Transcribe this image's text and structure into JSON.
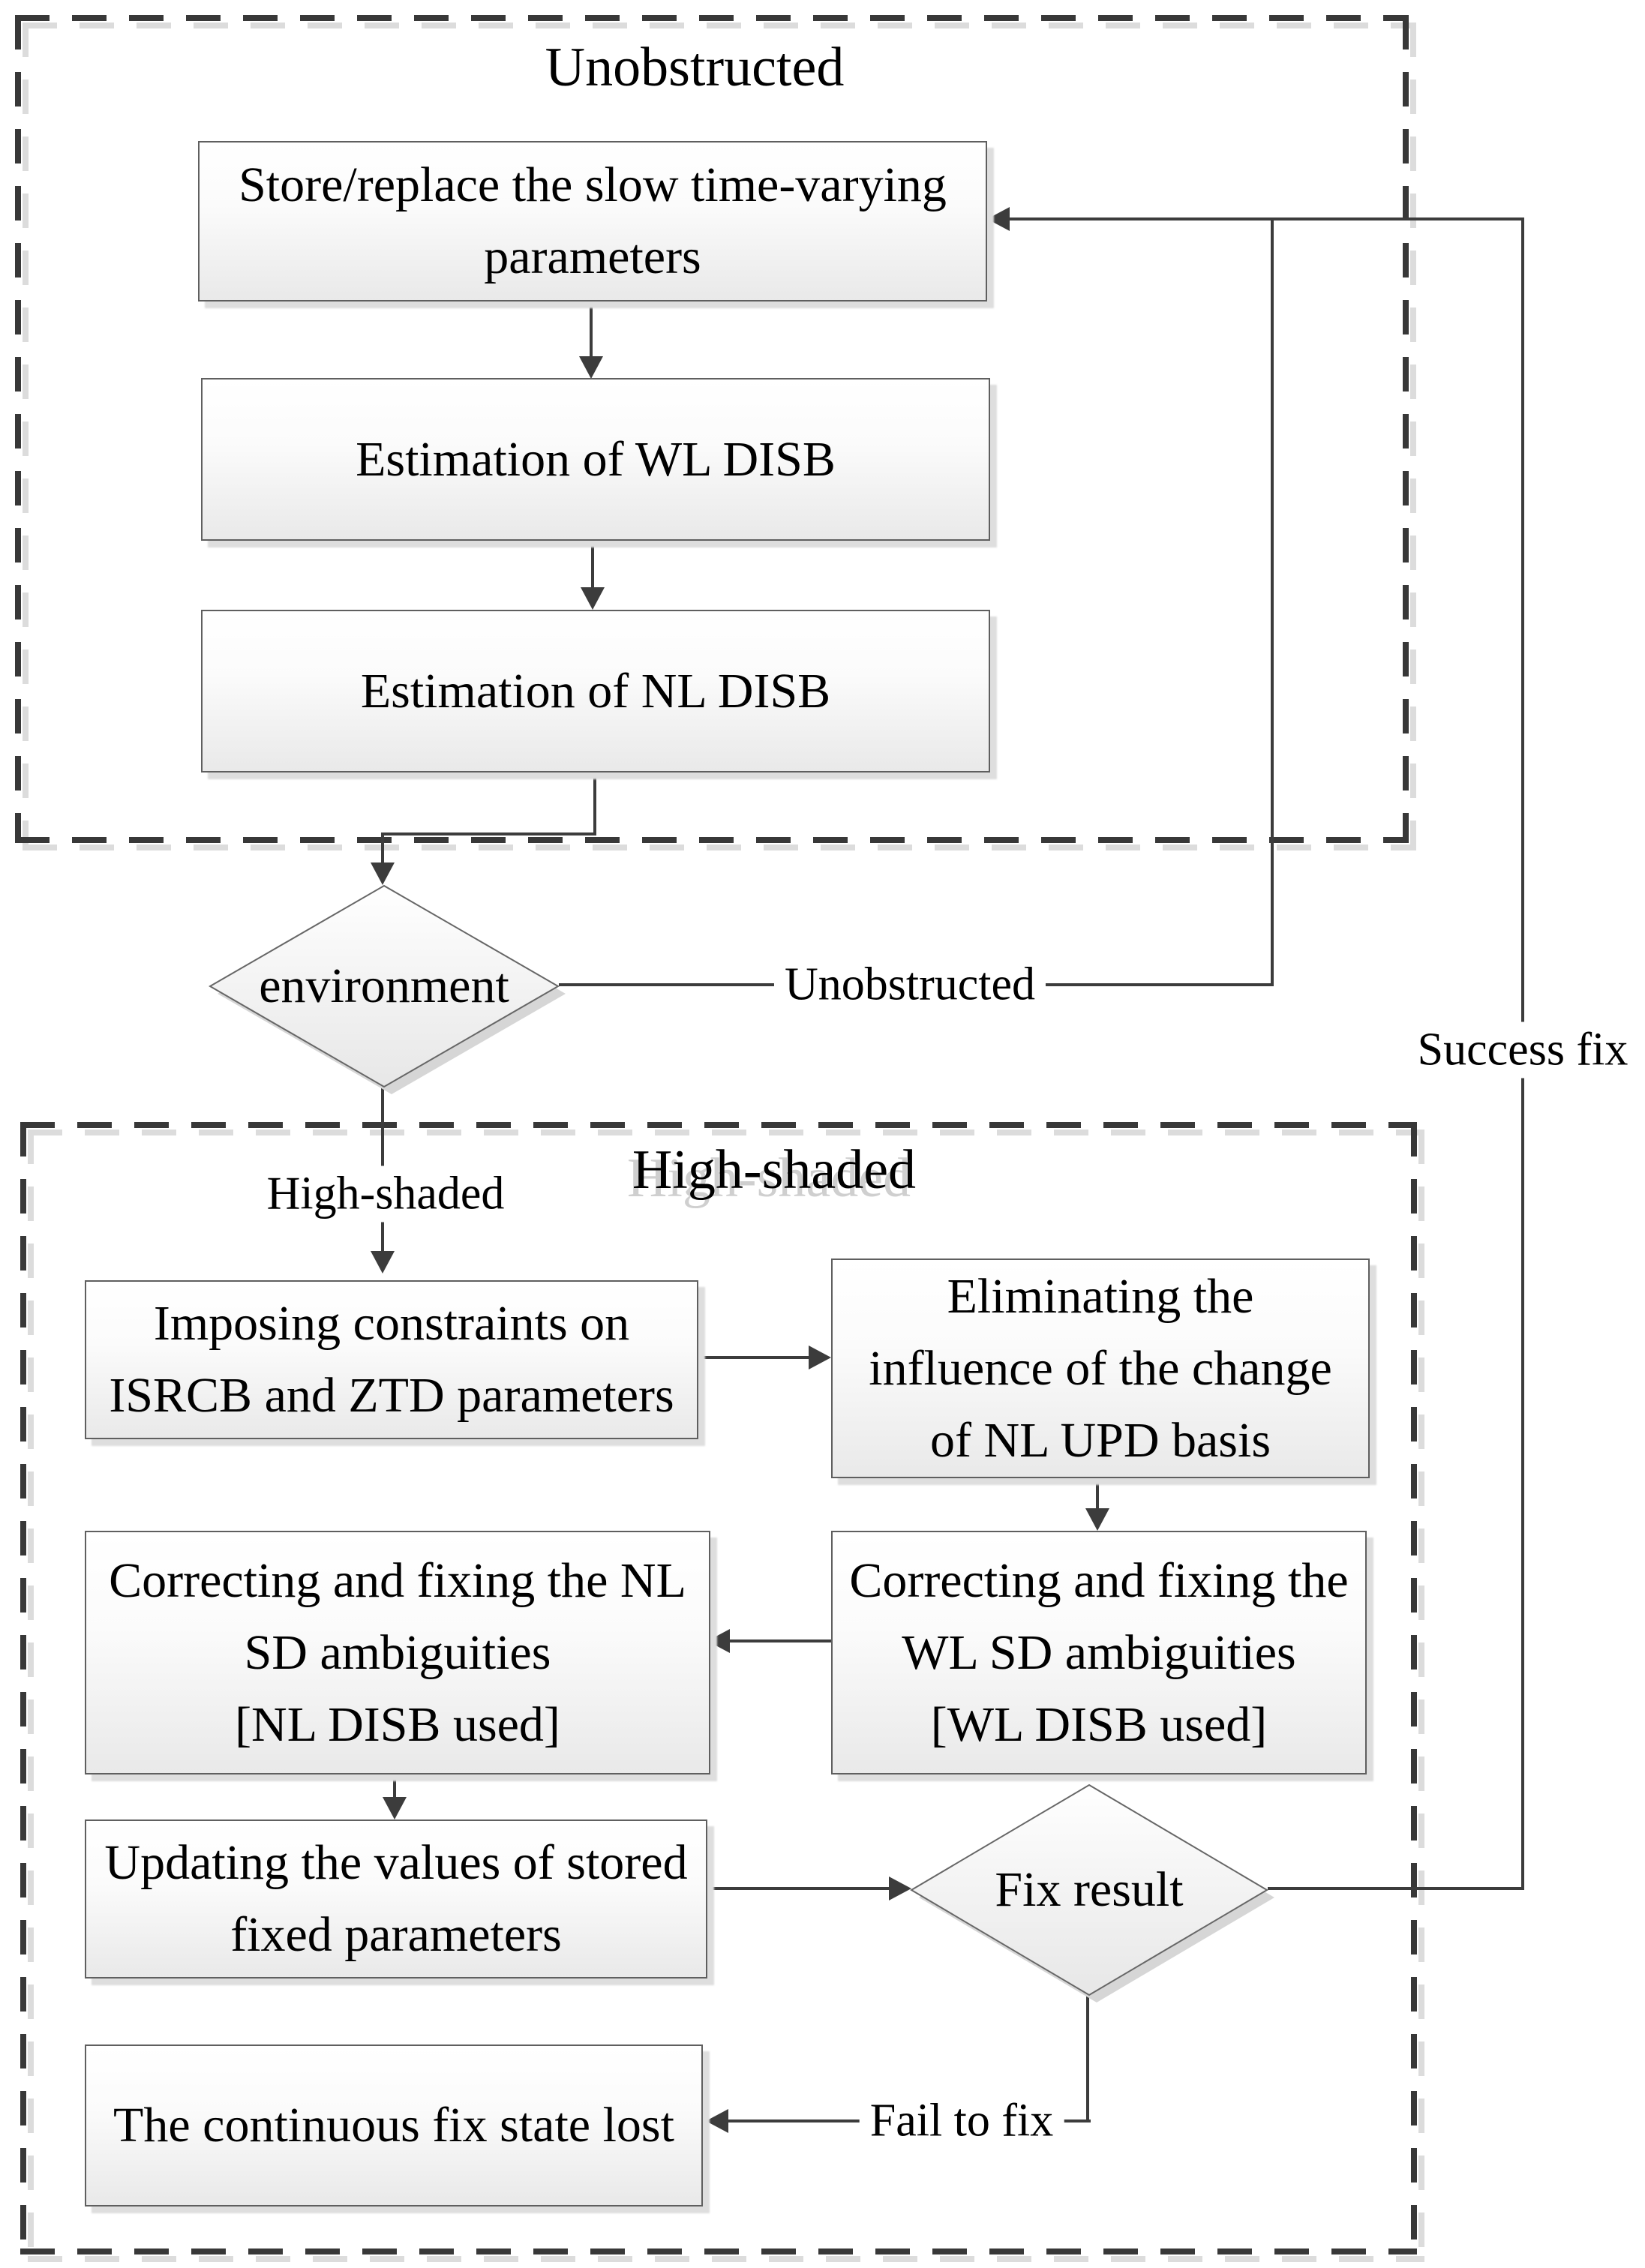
{
  "groups": {
    "unobstructed": {
      "title": "Unobstructed"
    },
    "high_shaded": {
      "title": "High-shaded"
    }
  },
  "nodes": {
    "store_replace": {
      "lines": [
        "Store/replace the slow time-varying",
        "parameters"
      ]
    },
    "estimate_wl": {
      "lines": [
        "Estimation of WL DISB"
      ]
    },
    "estimate_nl": {
      "lines": [
        "Estimation of NL DISB"
      ]
    },
    "imposing": {
      "lines": [
        "Imposing constraints on",
        "ISRCB and ZTD parameters"
      ]
    },
    "eliminating": {
      "lines": [
        "Eliminating the",
        "influence of the change",
        "of NL UPD basis"
      ]
    },
    "fix_wl": {
      "lines": [
        "Correcting and fixing the",
        "WL SD ambiguities",
        "[WL DISB used]"
      ]
    },
    "fix_nl": {
      "lines": [
        "Correcting and fixing the NL",
        "SD ambiguities",
        "[NL DISB used]"
      ]
    },
    "updating": {
      "lines": [
        "Updating the values of stored",
        "fixed parameters"
      ]
    },
    "lost": {
      "lines": [
        "The continuous fix state lost"
      ]
    }
  },
  "decisions": {
    "environment": {
      "label": "environment"
    },
    "fix_result": {
      "label": "Fix result"
    }
  },
  "edge_labels": {
    "unobstructed": "Unobstructed",
    "high_shaded": "High-shaded",
    "success_fix": "Success fix",
    "fail_to_fix": "Fail to fix"
  },
  "colors": {
    "line": "#3c3c3c",
    "dash": "#383838",
    "dash_shadow": "#dcdcdc",
    "node_border": "#5f5f5f",
    "node_shadow": "#dedede",
    "text": "#000000",
    "background": "#ffffff"
  }
}
